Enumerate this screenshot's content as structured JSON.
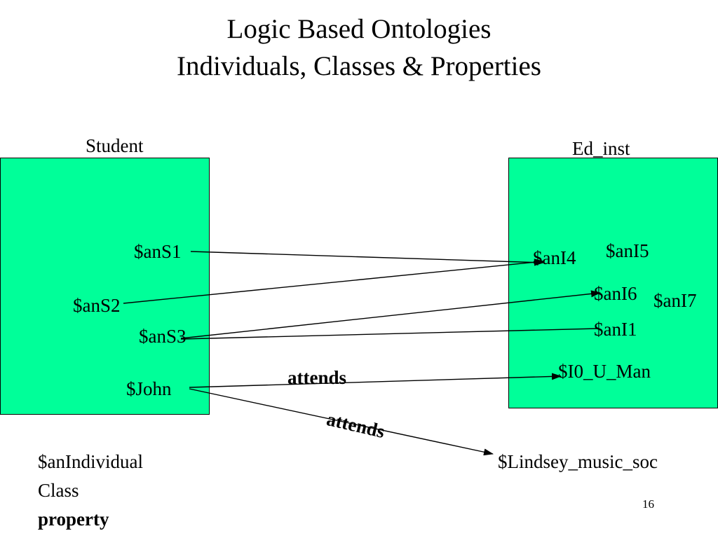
{
  "title": {
    "line1": "Logic Based Ontologies",
    "line2": "Individuals, Classes & Properties"
  },
  "classes": {
    "student": "Student",
    "ed_inst": "Ed_inst"
  },
  "student_individuals": {
    "s1": "$anS1",
    "s2": "$anS2",
    "s3": "$anS3",
    "john": "$John"
  },
  "ed_individuals": {
    "i4": "$anI4",
    "i5": "$anI5",
    "i6": "$anI6",
    "i7": "$anI7",
    "i1": "$anI1",
    "i0": "$I0_U_Man"
  },
  "outside_individual": "$Lindsey_music_soc",
  "property_labels": {
    "attends_1": "attends",
    "attends_2": "attends"
  },
  "legend": {
    "individual": "$anIndividual",
    "class": "Class",
    "property": "property"
  },
  "page_number": "16",
  "colors": {
    "class_fill": "#00ff99",
    "arrow": "#000000"
  }
}
